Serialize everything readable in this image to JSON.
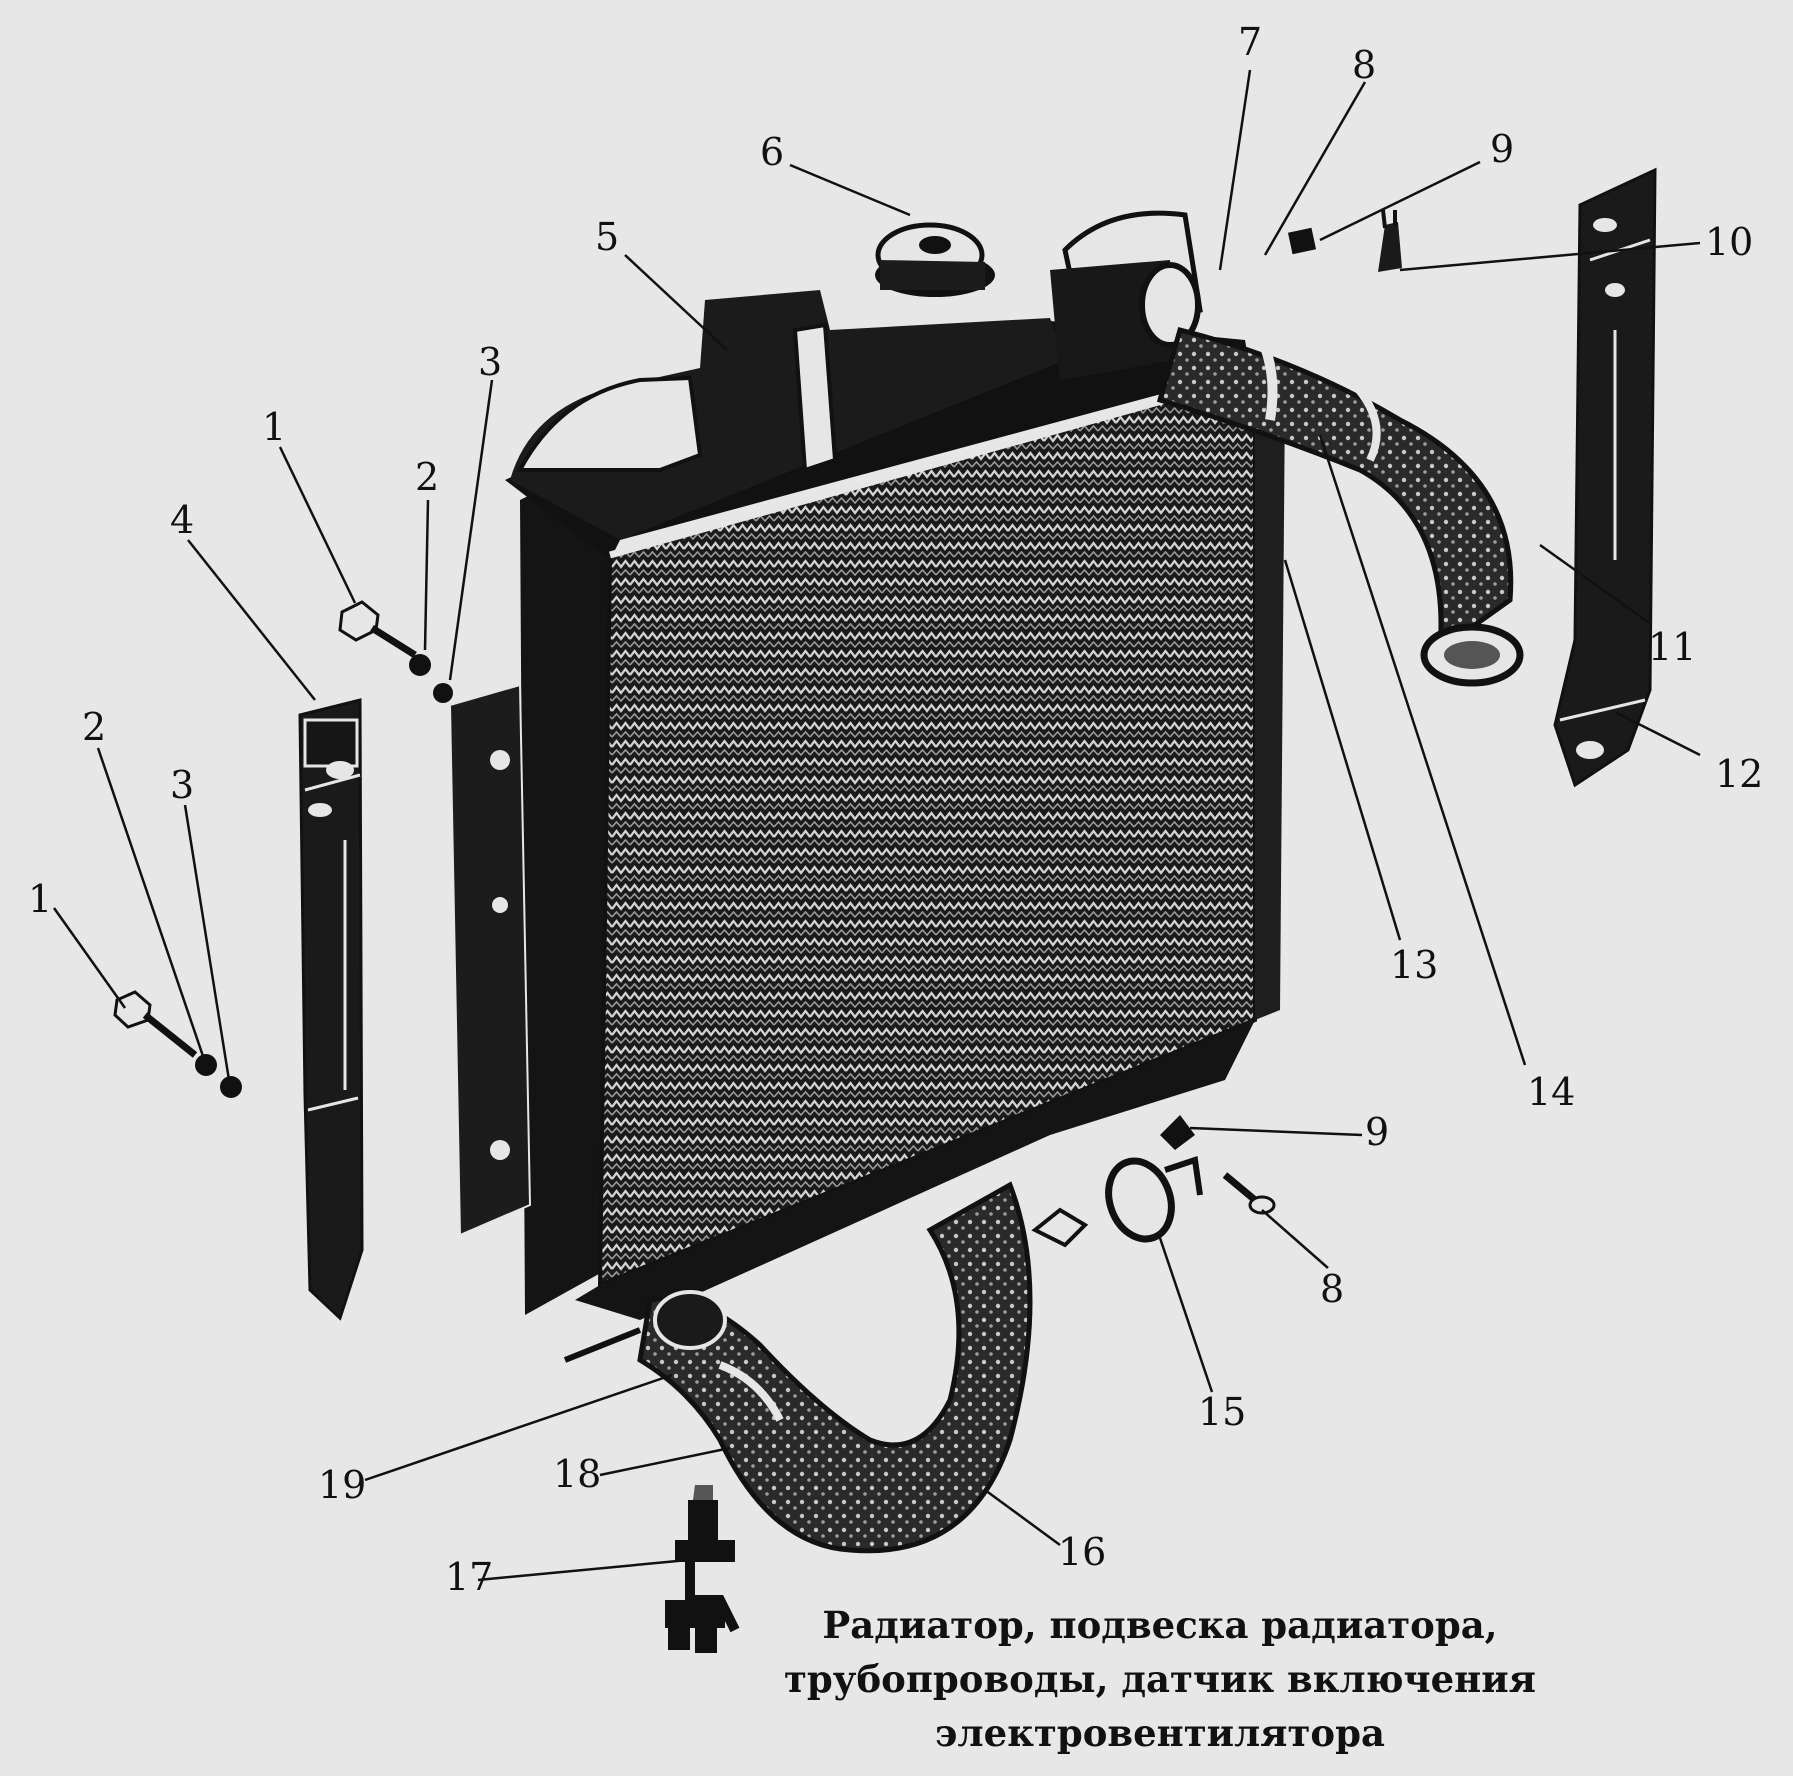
{
  "title": {
    "lines": [
      "Радиатор, подвеска радиатора,",
      "трубопроводы, датчик включения",
      "электровентилятора"
    ]
  },
  "callouts": [
    "1",
    "2",
    "3",
    "4",
    "5",
    "6",
    "7",
    "8",
    "9",
    "10",
    "11",
    "12",
    "13",
    "14",
    "15",
    "16",
    "17",
    "18",
    "19",
    "1",
    "2",
    "3",
    "9",
    "8"
  ],
  "colors": {
    "background": "#e7e7e7",
    "ink": "#111111"
  }
}
